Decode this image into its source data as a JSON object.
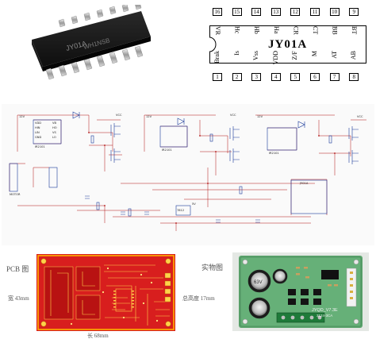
{
  "chip_photo": {
    "marking_line1": "JY01A",
    "marking_line2": "WH1NSB"
  },
  "pinout": {
    "chip_name": "JY01A",
    "top_pins": [
      {
        "num": "16",
        "label": "VR"
      },
      {
        "num": "15",
        "label": "Hc"
      },
      {
        "num": "14",
        "label": "Hb"
      },
      {
        "num": "13",
        "label": "Ha"
      },
      {
        "num": "12",
        "label": "CR"
      },
      {
        "num": "11",
        "label": "CT"
      },
      {
        "num": "10",
        "label": "BB"
      },
      {
        "num": "9",
        "label": "BT"
      }
    ],
    "bottom_pins": [
      {
        "num": "1",
        "label": "Brak"
      },
      {
        "num": "2",
        "label": "Is"
      },
      {
        "num": "3",
        "label": "Vss"
      },
      {
        "num": "4",
        "label": "VDD"
      },
      {
        "num": "5",
        "label": "Z/F"
      },
      {
        "num": "6",
        "label": "M"
      },
      {
        "num": "7",
        "label": "AT"
      },
      {
        "num": "8",
        "label": "AB"
      }
    ]
  },
  "schematic": {
    "labels": {
      "v12_a": "12V",
      "v12_b": "12V",
      "v12_c": "12V",
      "vcc_a": "VCC",
      "vcc_b": "VCC",
      "vcc_c": "VCC",
      "ic_a": "IR2101",
      "ic_b": "IR2101",
      "ic_c": "IR2101",
      "vdd": "VDD",
      "gnd": "GND",
      "hin": "HIN",
      "lin": "LIN",
      "ho": "HO",
      "lo": "LO",
      "vb": "VB",
      "vs": "VS",
      "ic_main": "JY01A",
      "reg_label": "7812",
      "v5": "5V",
      "motor": "MOTOR"
    }
  },
  "bottom": {
    "pcb_caption": "PCB 图",
    "pcb_width": "宽 43mm",
    "pcb_length": "长 68mm",
    "photo_caption": "实物图",
    "photo_height": "总高度 17mm",
    "board_marking_1": "JYQD_V7.3E",
    "board_marking_2": "3124-3CA",
    "cap_marking": "63V",
    "colors": {
      "pcb_red": "#d81e1e",
      "pcb_frame": "#ffb000",
      "board_green": "#5aa46c"
    }
  }
}
